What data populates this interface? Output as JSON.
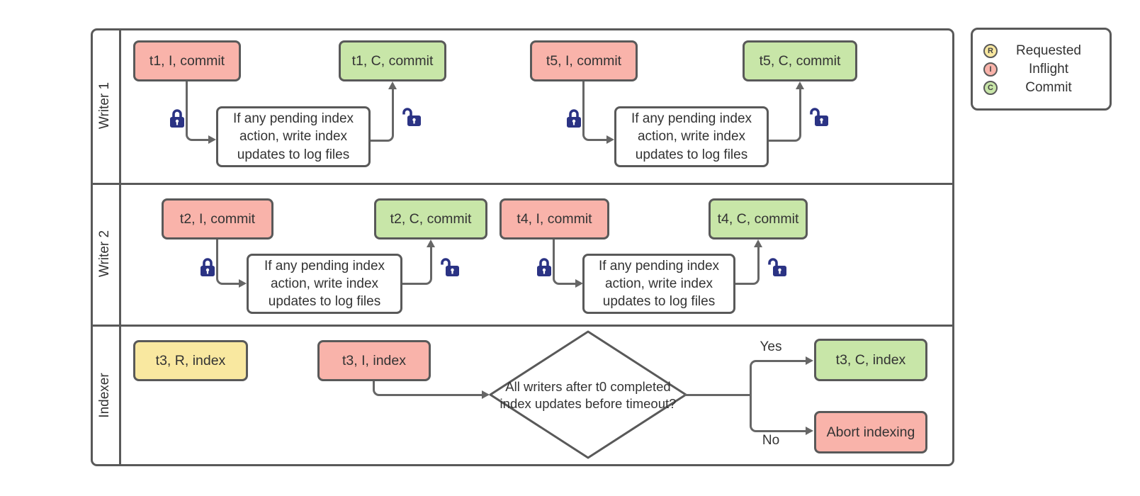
{
  "legend": {
    "items": [
      {
        "letter": "R",
        "label": "Requested",
        "color": "#F9E8A0"
      },
      {
        "letter": "I",
        "label": "Inflight",
        "color": "#F9B3AA"
      },
      {
        "letter": "C",
        "label": "Commit",
        "color": "#C8E6A8"
      }
    ]
  },
  "colors": {
    "requested_fill": "#F9E8A0",
    "inflight_fill": "#F9B3AA",
    "commit_fill": "#C8E6A8",
    "shape_border": "#595959",
    "connector": "#666666",
    "lock_icon": "#2B3384"
  },
  "lanes": [
    {
      "label": "Writer 1",
      "nodes": [
        {
          "text": "t1, I, commit",
          "state": "inflight"
        },
        {
          "text": "If any pending index action, write index updates to log files",
          "state": "process"
        },
        {
          "text": "t1, C, commit",
          "state": "commit"
        },
        {
          "text": "t5, I, commit",
          "state": "inflight"
        },
        {
          "text": "If any pending index action, write index updates to log files",
          "state": "process"
        },
        {
          "text": "t5, C, commit",
          "state": "commit"
        }
      ]
    },
    {
      "label": "Writer 2",
      "nodes": [
        {
          "text": "t2, I, commit",
          "state": "inflight"
        },
        {
          "text": "If any pending index action, write index updates to log files",
          "state": "process"
        },
        {
          "text": "t2, C, commit",
          "state": "commit"
        },
        {
          "text": "t4, I, commit",
          "state": "inflight"
        },
        {
          "text": "If any pending index action, write index updates to log files",
          "state": "process"
        },
        {
          "text": "t4, C, commit",
          "state": "commit"
        }
      ]
    },
    {
      "label": "Indexer",
      "nodes": [
        {
          "text": "t3, R, index",
          "state": "requested"
        },
        {
          "text": "t3, I, index",
          "state": "inflight"
        },
        {
          "text": "All writers after t0 completed index updates before timeout?",
          "state": "decision"
        },
        {
          "text": "t3, C, index",
          "state": "commit"
        },
        {
          "text": "Abort indexing",
          "state": "inflight"
        }
      ],
      "branch_labels": {
        "yes": "Yes",
        "no": "No"
      }
    }
  ]
}
